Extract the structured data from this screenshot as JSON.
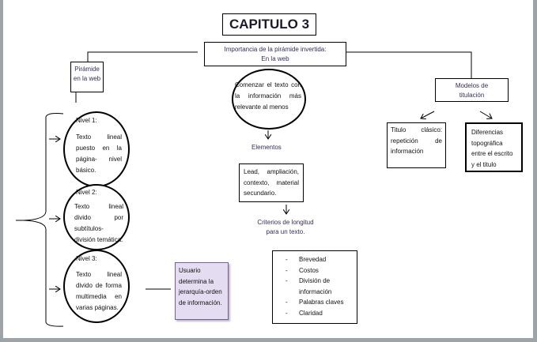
{
  "title": "CAPITULO 3",
  "central": {
    "line1": "Importancia  de la pirámide  invertida:",
    "line2": "En la web"
  },
  "left_branch": {
    "label_line1": "Pirámide",
    "label_line2": "en la web",
    "levels": [
      {
        "heading": "Nivel 1:",
        "text": "Texto lineal puesto en la página- nivel básico."
      },
      {
        "heading": "Nivel 2:",
        "text": "Texto lineal divido por subtítulos-división temática."
      },
      {
        "heading": "Nivel 3:",
        "text": "Texto lineal divido de forma multimedia en varias páginas."
      }
    ],
    "user_note": "Usuario determina la jerarquía-orden de información."
  },
  "middle_branch": {
    "circle_text": "Comenzar el texto con la información más relevante al menos",
    "elements_label": "Elementos",
    "elements_box": "Lead, ampliación, contexto, material secundario.",
    "criteria_label_line1": "Criterios de longitud",
    "criteria_label_line2": "para  un texto.",
    "criteria": [
      "Brevedad",
      "Costos",
      "División de información",
      "Palabras claves",
      "Claridad"
    ],
    "bullet": "-"
  },
  "right_branch": {
    "label_line1": "Modelos de",
    "label_line2": "titulación",
    "models": [
      "Titulo clásico: repetición de información",
      "Diferencias topográfica entre el escrito y el titulo"
    ]
  },
  "colors": {
    "user_note_bg": "#e4dcf0",
    "user_note_border": "#7a5aa0",
    "purple_text": "#3a2a5a",
    "frame_gray": "#9ea3a8"
  }
}
